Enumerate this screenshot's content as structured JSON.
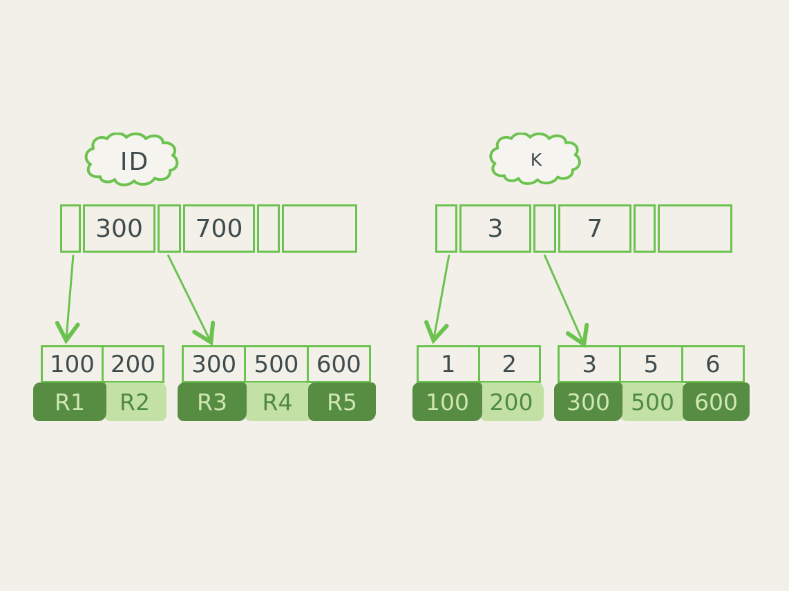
{
  "colors": {
    "background": "#f2f0e9",
    "stroke_green": "#6cc24f",
    "ink": "#3f4b4d",
    "dark_green_fill": "#578c43",
    "light_green_fill": "#c3e1a4",
    "text_on_dark": "#cfe7b2",
    "text_on_light": "#4f8a42"
  },
  "diagrams": [
    {
      "name": "primary-index",
      "cloud_label": "ID",
      "root": {
        "cells": [
          "",
          "300",
          "",
          "700",
          "",
          ""
        ]
      },
      "leaves": [
        {
          "keys": [
            "100",
            "200"
          ],
          "values": [
            {
              "text": "R1",
              "shade": "dark"
            },
            {
              "text": "R2",
              "shade": "light"
            }
          ]
        },
        {
          "keys": [
            "300",
            "500",
            "600"
          ],
          "values": [
            {
              "text": "R3",
              "shade": "dark"
            },
            {
              "text": "R4",
              "shade": "light"
            },
            {
              "text": "R5",
              "shade": "dark"
            }
          ]
        }
      ]
    },
    {
      "name": "secondary-index",
      "cloud_label": "K",
      "root": {
        "cells": [
          "",
          "3",
          "",
          "7",
          "",
          ""
        ]
      },
      "leaves": [
        {
          "keys": [
            "1",
            "2"
          ],
          "values": [
            {
              "text": "100",
              "shade": "dark"
            },
            {
              "text": "200",
              "shade": "light"
            }
          ]
        },
        {
          "keys": [
            "3",
            "5",
            "6"
          ],
          "values": [
            {
              "text": "300",
              "shade": "dark"
            },
            {
              "text": "500",
              "shade": "light"
            },
            {
              "text": "600",
              "shade": "dark"
            }
          ]
        }
      ]
    }
  ]
}
